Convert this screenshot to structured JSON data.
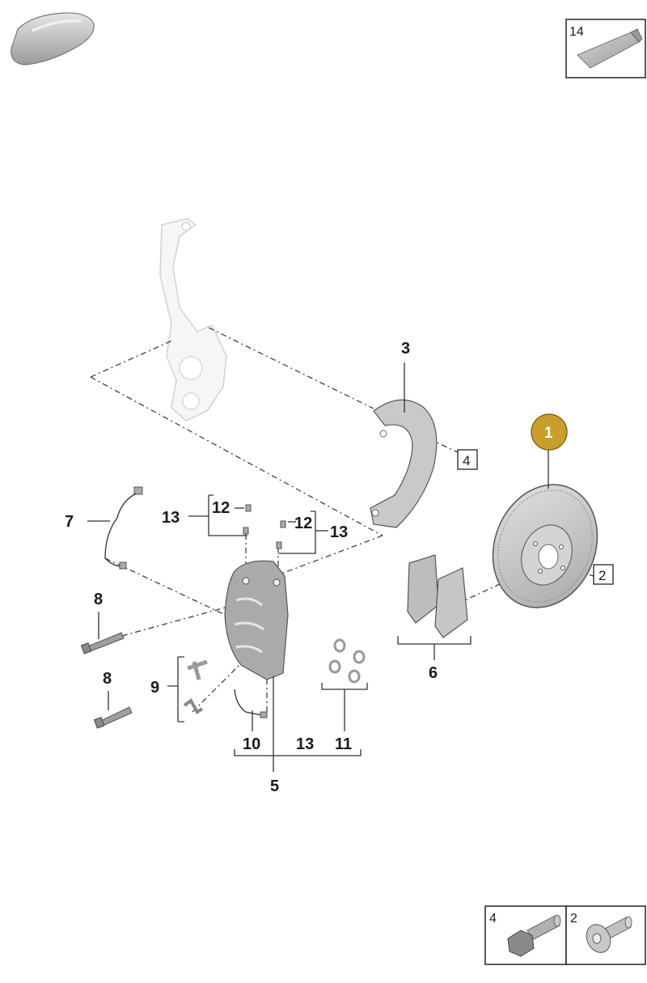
{
  "labels": {
    "l1": "1",
    "l2": "2",
    "l3": "3",
    "l4": "4",
    "l5": "5",
    "l6": "6",
    "l7": "7",
    "l8a": "8",
    "l8b": "8",
    "l9": "9",
    "l10": "10",
    "l11": "11",
    "l12a": "12",
    "l12b": "12",
    "l13a": "13",
    "l13b": "13",
    "l13c": "13",
    "l14": "14"
  },
  "corner_boxes": {
    "bolt4": "4",
    "bolt2": "2"
  },
  "colors": {
    "highlight": "#c89f2a",
    "part_fill": "#b8b8b8",
    "part_light": "#dedede"
  },
  "icons": [
    "vehicle-silhouette-icon",
    "grease-tube-icon",
    "hex-bolt-icon",
    "wheel-bolt-icon"
  ]
}
